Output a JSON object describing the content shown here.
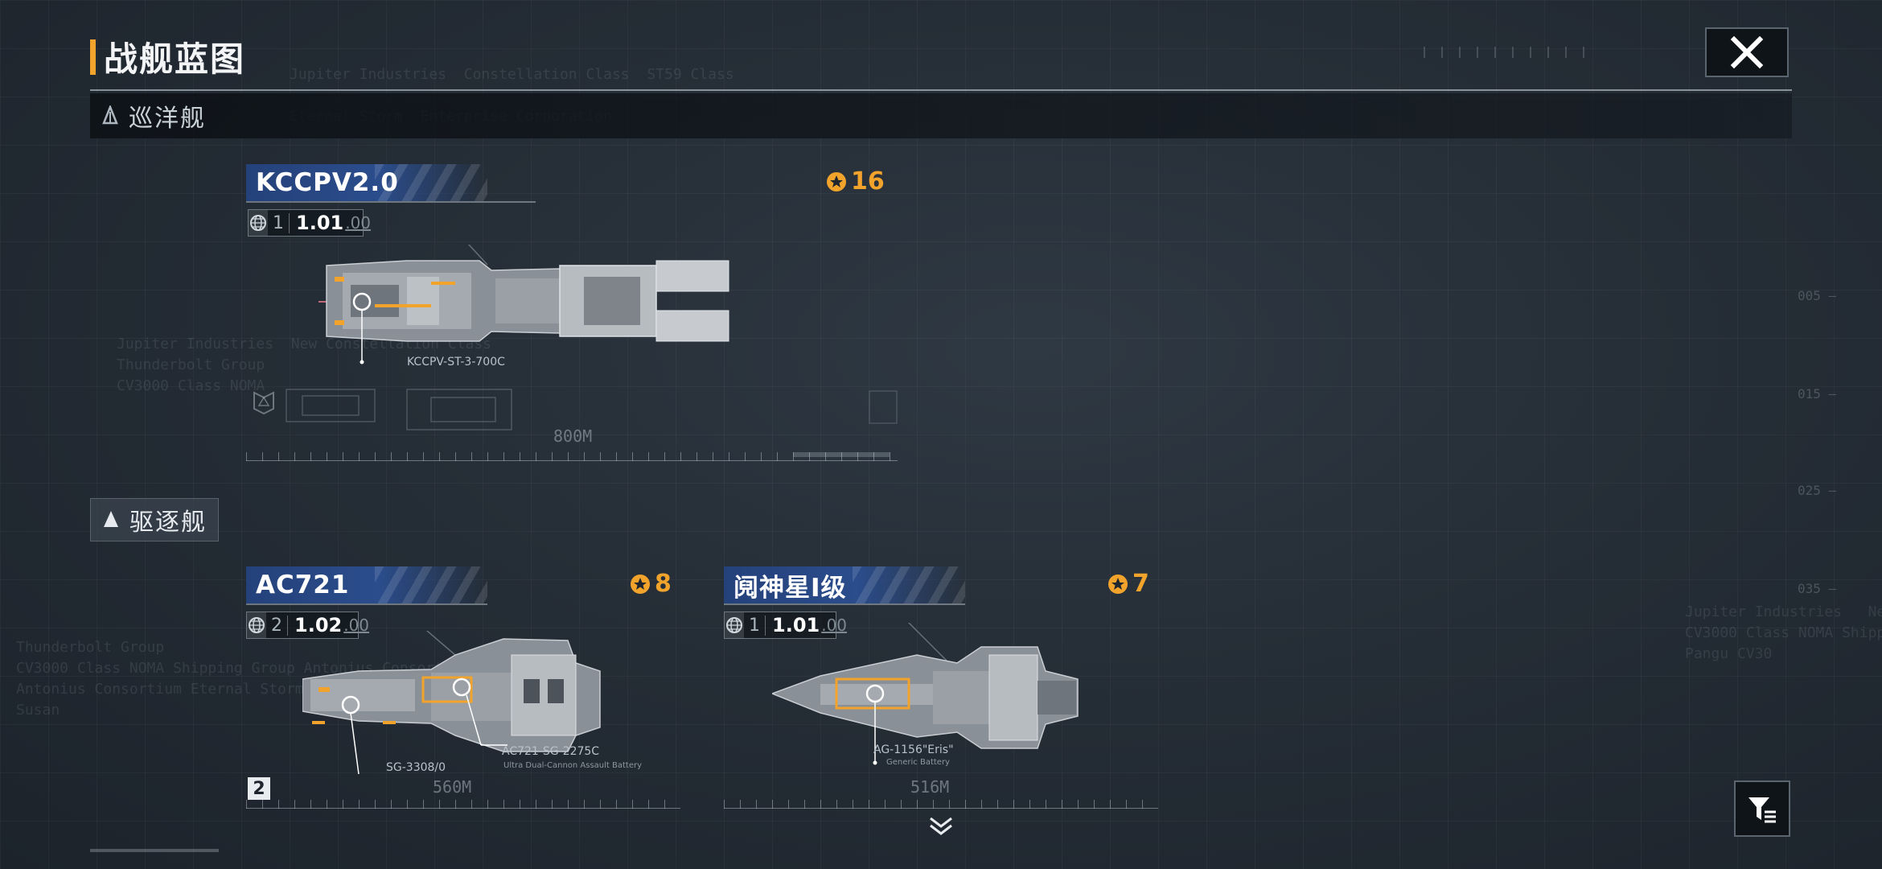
{
  "header": {
    "title": "战舰蓝图"
  },
  "sections": {
    "cruiser": {
      "label": "巡洋舰"
    },
    "destroyer": {
      "label": "驱逐舰"
    }
  },
  "ships": [
    {
      "name": "KCCPV2.0",
      "cost": "16",
      "tier": "1",
      "version": "1.01",
      "version_sub": ".00",
      "part_label": "KCCPV-ST-3-700C",
      "scale": "800M"
    },
    {
      "name": "AC721",
      "cost": "8",
      "tier": "2",
      "version": "1.02",
      "version_sub": ".00",
      "part_label": "AC721-SG-2275C",
      "part_sub": "Ultra Dual-Cannon Assault Battery",
      "part_label_2": "SG-3308/0",
      "scale": "560M",
      "badge": "2"
    },
    {
      "name": "阋神星I级",
      "cost": "7",
      "tier": "1",
      "version": "1.01",
      "version_sub": ".00",
      "part_label": "AG-1156\"Eris\"",
      "part_sub": "Generic Battery",
      "scale": "516M"
    }
  ],
  "icons": {
    "close": "close-icon",
    "filter": "filter-icon",
    "scroll": "chevron-down-icon",
    "cost": "blueprint-cost-icon",
    "globe": "globe-icon",
    "ship_class": "ship-class-icon"
  },
  "colors": {
    "accent": "#f2a32c",
    "name_bar": "#2b4d8c",
    "background": "#252d36"
  }
}
